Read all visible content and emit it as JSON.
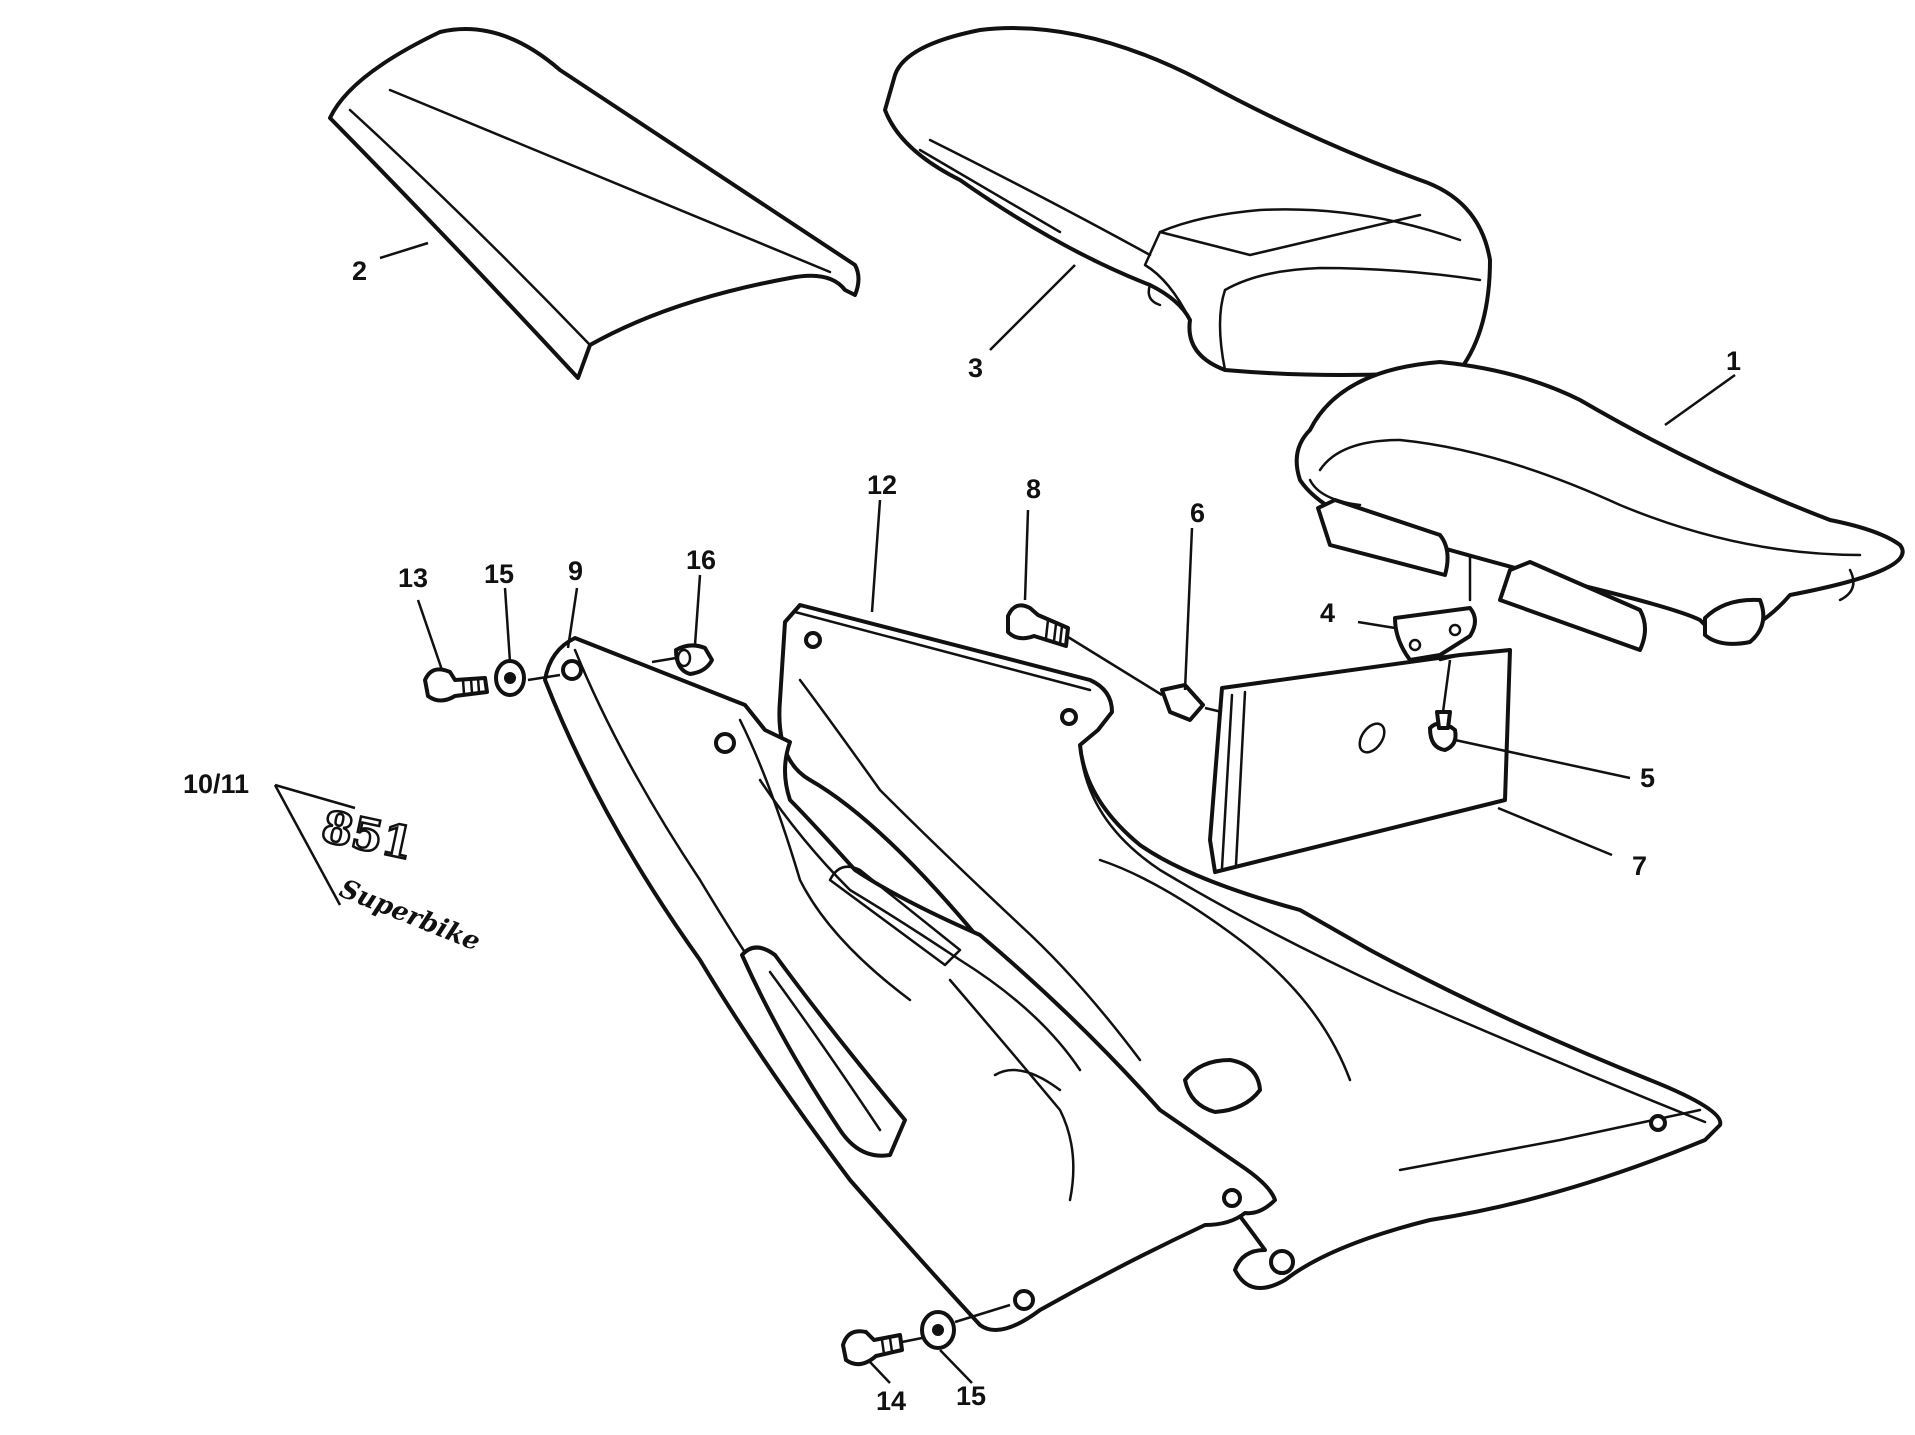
{
  "callouts": {
    "c1": "1",
    "c2": "2",
    "c3": "3",
    "c4": "4",
    "c5": "5",
    "c6": "6",
    "c7": "7",
    "c8": "8",
    "c9": "9",
    "c10_11": "10/11",
    "c12": "12",
    "c13": "13",
    "c14": "14",
    "c15_top": "15",
    "c15_bottom": "15",
    "c16": "16"
  },
  "emblem": {
    "number": "851",
    "script": "Superbike"
  }
}
